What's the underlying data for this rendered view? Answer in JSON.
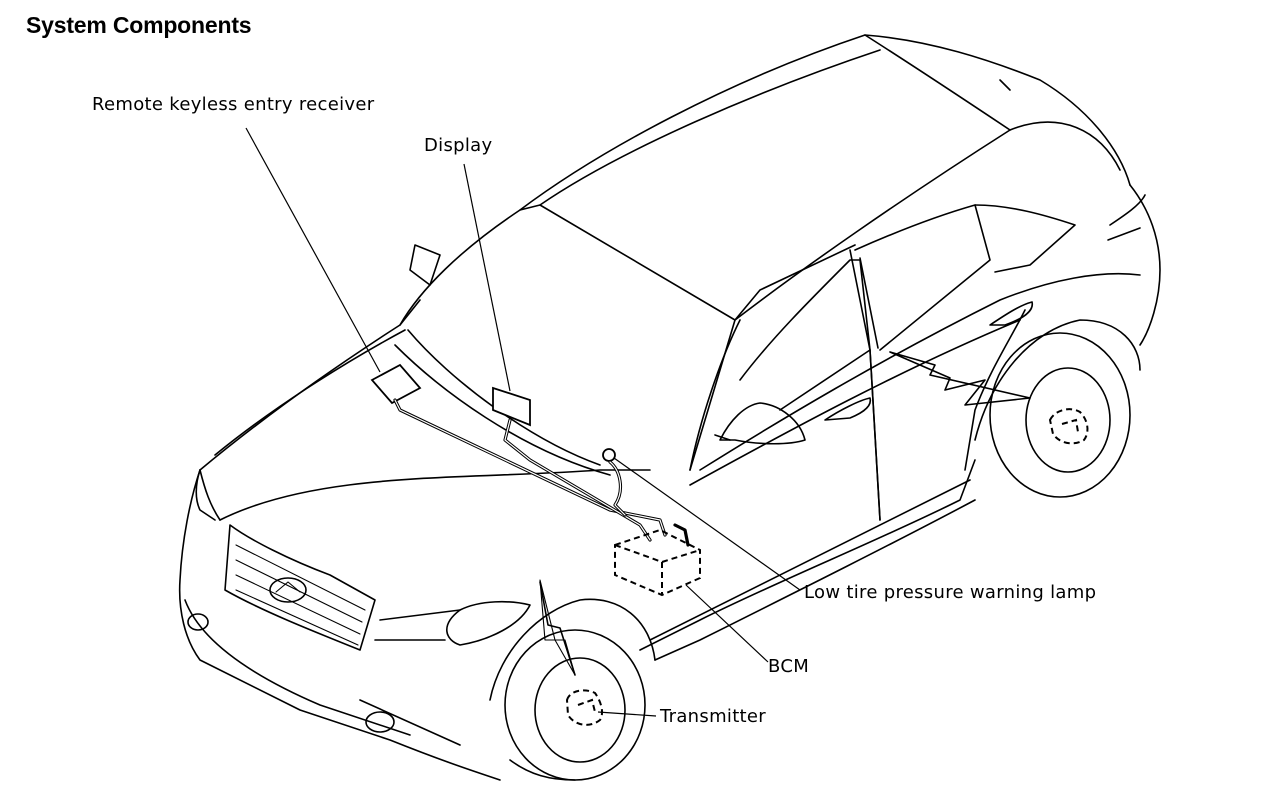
{
  "title": "System Components",
  "labels": {
    "receiver": "Remote keyless entry receiver",
    "display": "Display",
    "lamp": "Low tire pressure warning lamp",
    "bcm": "BCM",
    "transmitter": "Transmitter"
  }
}
